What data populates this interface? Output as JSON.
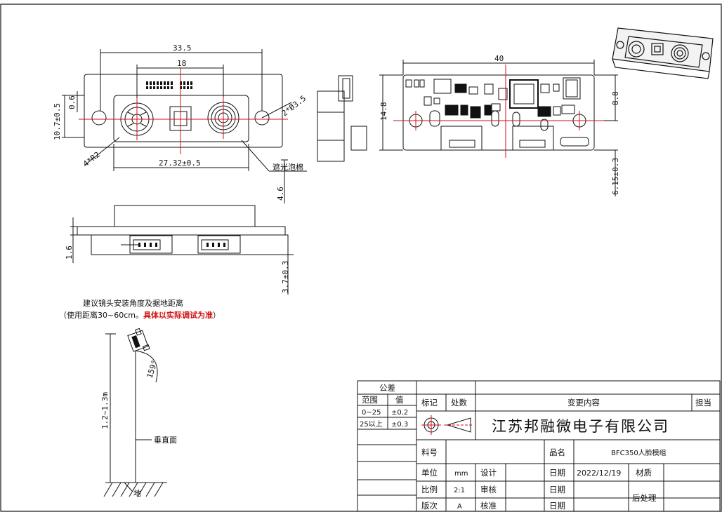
{
  "colors": {
    "line": "#111111",
    "centerline": "#d01010",
    "note_red": "#d01010"
  },
  "dimensions": {
    "front_width": "33.5",
    "hole_spacing": "18",
    "left_height": "10.7±0.5",
    "small_offset": "0.6",
    "corner_radius": "4*R2",
    "pin_spacing": "27.32±0.5",
    "hole_diameter": "2*Ø3.5",
    "foam_label": "遮光泡棉",
    "pcb_width": "40",
    "pcb_height": "14.8",
    "pcb_offset": "8.8",
    "pcb_depth": "6.15±0.3",
    "side_thickness": "4.6",
    "board_thickness": "1.6",
    "connector_height": "3.7±0.3"
  },
  "install_note": {
    "line1": "建议镜头安装角度及据地距离",
    "line2_prefix": "（使用距离30~60cm。",
    "line2_red": "具体以实际调试为准",
    "line2_suffix": "）",
    "height": "1.2~1.3m",
    "angle": "159°",
    "vertical_label": "垂直面",
    "ground_label": "地"
  },
  "title_block": {
    "tolerance_header": "公差",
    "range_header": "范围",
    "value_header": "值",
    "tol_rows": [
      {
        "range": "0~25",
        "value": "±0.2"
      },
      {
        "range": "25以上",
        "value": "±0.3"
      }
    ],
    "mark_header": "标记",
    "count_header": "处数",
    "change_header": "变更内容",
    "owner_header": "担当",
    "company": "江苏邦融微电子有限公司",
    "part_no_label": "料号",
    "product_name_label": "品名",
    "product_name": "BFC350人脸模组",
    "unit_label": "单位",
    "unit_value": "mm",
    "design_label": "设计",
    "date_label": "日期",
    "date_value": "2022/12/19",
    "material_label": "材质",
    "scale_label": "比例",
    "scale_value": "2:1",
    "review_label": "审核",
    "version_label": "版次",
    "version_value": "A",
    "approve_label": "核准",
    "post_process_label": "后处理"
  }
}
